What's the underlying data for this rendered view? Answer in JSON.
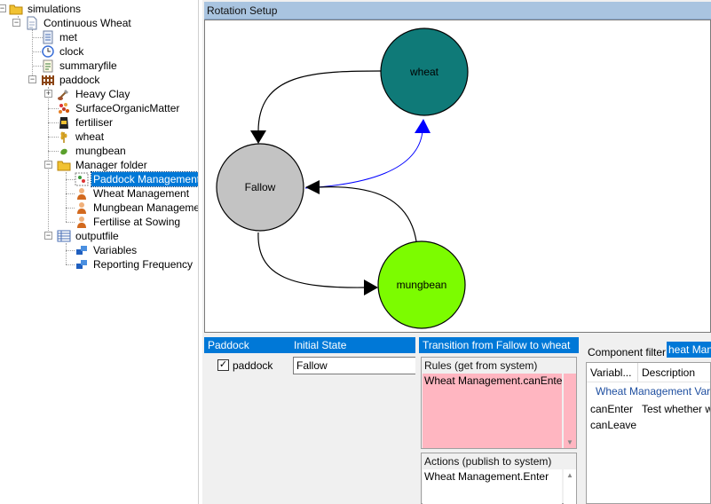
{
  "tree": {
    "items": [
      {
        "label": "simulations",
        "icon": "folder-icon"
      },
      {
        "label": "Continuous Wheat",
        "icon": "document-icon"
      },
      {
        "label": "met",
        "icon": "weather-icon"
      },
      {
        "label": "clock",
        "icon": "clock-icon"
      },
      {
        "label": "summaryfile",
        "icon": "notepad-icon"
      },
      {
        "label": "paddock",
        "icon": "fence-icon"
      },
      {
        "label": "Heavy Clay",
        "icon": "soil-shovel-icon"
      },
      {
        "label": "SurfaceOrganicMatter",
        "icon": "organic-matter-icon"
      },
      {
        "label": "fertiliser",
        "icon": "fertiliser-bag-icon"
      },
      {
        "label": "wheat",
        "icon": "wheat-icon"
      },
      {
        "label": "mungbean",
        "icon": "bean-icon"
      },
      {
        "label": "Manager folder",
        "icon": "folder-icon"
      },
      {
        "label": "Paddock Management",
        "icon": "rotation-manager-icon"
      },
      {
        "label": "Wheat Management",
        "icon": "manager-person-icon"
      },
      {
        "label": "Mungbean Management",
        "icon": "manager-person-icon"
      },
      {
        "label": "Fertilise at Sowing",
        "icon": "manager-person-icon"
      },
      {
        "label": "outputfile",
        "icon": "output-table-icon"
      },
      {
        "label": "Variables",
        "icon": "variables-icon"
      },
      {
        "label": "Reporting Frequency",
        "icon": "frequency-icon"
      }
    ]
  },
  "rotation": {
    "title": "Rotation Setup",
    "nodes": {
      "wheat": {
        "label": "wheat",
        "color": "#0f7a78"
      },
      "fallow": {
        "label": "Fallow",
        "color": "#c3c3c3"
      },
      "mungbean": {
        "label": "mungbean",
        "color": "#7cfc00"
      }
    }
  },
  "paddock_panel": {
    "col_paddock": "Paddock",
    "col_state": "Initial State",
    "paddock_name": "paddock",
    "checked": "✓",
    "initial_state": "Fallow"
  },
  "transition": {
    "title": "Transition from Fallow to wheat",
    "rules_title": "Rules (get from system)",
    "rules_text": "Wheat Management.canEnter",
    "actions_title": "Actions (publish to system)",
    "actions_text": "Wheat Management.Enter"
  },
  "filter": {
    "label": "Component filter:",
    "value": "heat Man",
    "col_variable": "Variabl...",
    "col_description": "Description",
    "group": "Wheat Management Var",
    "rows": [
      {
        "name": "canEnter",
        "description": "Test whether we"
      },
      {
        "name": "canLeave",
        "description": ""
      }
    ]
  },
  "colors": {
    "header_blue": "#0078d7",
    "rotation_header": "#a9c4e0",
    "rules_bg": "#ffb6c1",
    "selected_arrow": "#0000ff"
  }
}
